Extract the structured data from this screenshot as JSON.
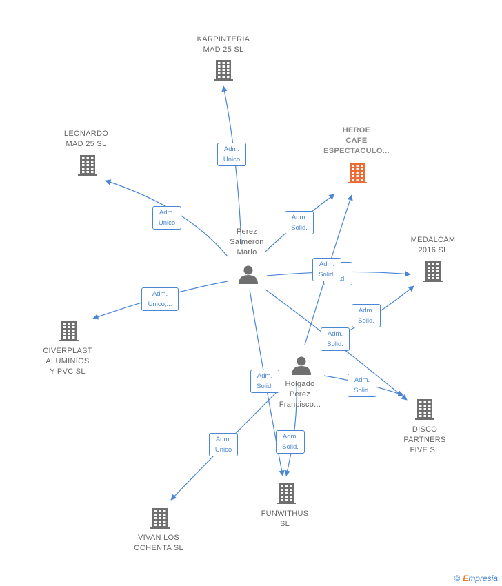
{
  "colors": {
    "edge": "#4a86d4",
    "building": "#6f6f6f",
    "building_focus": "#f06a35",
    "person": "#6f6f6f"
  },
  "nodes": {
    "karpinteria": {
      "label": "KARPINTERIA\nMAD 25  SL",
      "kind": "company"
    },
    "leonardo": {
      "label": "LEONARDO\nMAD 25  SL",
      "kind": "company"
    },
    "heroe": {
      "label": "HEROE\nCAFE\nESPECTACULO...",
      "kind": "company-focus"
    },
    "medalcam": {
      "label": "MEDALCAM\n2016  SL",
      "kind": "company"
    },
    "civerplast": {
      "label": "CIVERPLAST\nALUMINIOS\nY PVC SL",
      "kind": "company"
    },
    "disco": {
      "label": "DISCO\nPARTNERS\nFIVE  SL",
      "kind": "company"
    },
    "funwithus": {
      "label": "FUNWITHUS\nSL",
      "kind": "company"
    },
    "vivan": {
      "label": "VIVAN LOS\nOCHENTA  SL",
      "kind": "company"
    },
    "perez": {
      "label": "Perez\nSalmeron\nMario",
      "kind": "person"
    },
    "holgado": {
      "label": "Holgado\nPerez\nFrancisco...",
      "kind": "person"
    }
  },
  "edges": [
    {
      "from": "perez",
      "to": "karpinteria",
      "label": "Adm.\nUnico"
    },
    {
      "from": "perez",
      "to": "leonardo",
      "label": "Adm.\nUnico"
    },
    {
      "from": "perez",
      "to": "heroe",
      "label": "Adm.\nSolid."
    },
    {
      "from": "perez",
      "to": "medalcam",
      "label": "Adm.\nSolid."
    },
    {
      "from": "perez",
      "to": "civerplast",
      "label": "Adm.\nUnico,..."
    },
    {
      "from": "perez",
      "to": "disco",
      "label": "Adm.\nSolid."
    },
    {
      "from": "perez",
      "to": "funwithus",
      "label": "Adm.\nSolid."
    },
    {
      "from": "holgado",
      "to": "heroe",
      "label": "Adm.\nSolid."
    },
    {
      "from": "holgado",
      "to": "medalcam",
      "label": "Adm.\nSolid."
    },
    {
      "from": "holgado",
      "to": "disco",
      "label": "Adm.\nSolid."
    },
    {
      "from": "holgado",
      "to": "funwithus",
      "label": "Adm.\nSolid."
    },
    {
      "from": "holgado",
      "to": "vivan",
      "label": "Adm.\nUnico"
    }
  ],
  "watermark": {
    "copyright": "©",
    "brand_first": "E",
    "brand_rest": "mpresia"
  }
}
